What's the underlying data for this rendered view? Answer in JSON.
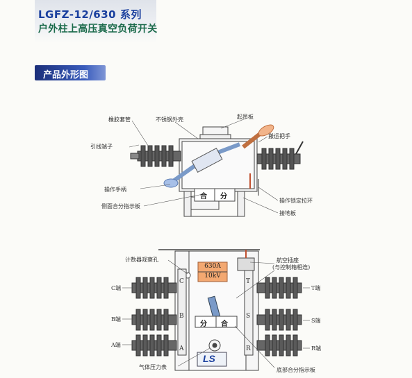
{
  "header": {
    "series_title": "LGFZ-12/630 系列",
    "product_name": "户外柱上高压真空负荷开关"
  },
  "section": {
    "title": "产品外形图"
  },
  "top_view": {
    "labels": {
      "bushing": "橡胶套管",
      "stainless_shell": "不锈钢外壳",
      "lifting_plate": "起吊板",
      "lead_terminal": "引线端子",
      "handle_bar": "搬运把手",
      "operating_handle": "操作手柄",
      "side_indicator": "侧面合分指示板",
      "lock_ring": "操作锁定拉环",
      "ground_plate": "接地板"
    },
    "indicator_text": {
      "close": "合",
      "open": "分"
    }
  },
  "front_view": {
    "labels": {
      "counter": "计数器观察孔",
      "aviation_plug": "航空插座",
      "aviation_plug_note": "(与控制箱相连)",
      "c_terminal": "C端",
      "b_terminal": "B端",
      "a_terminal": "A端",
      "t_terminal": "T端",
      "s_terminal": "S端",
      "r_terminal": "R端",
      "pressure_gauge": "气体压力表",
      "bottom_indicator": "底部合分指示板"
    },
    "nameplate": {
      "current": "630A",
      "voltage": "10kV"
    },
    "indicator_text": {
      "open": "分",
      "close": "合"
    },
    "phase_marks": {
      "left": [
        "C",
        "B",
        "A"
      ],
      "right": [
        "T",
        "S",
        "R"
      ]
    },
    "logo": "LS"
  },
  "colors": {
    "title_blue": "#1a3f9e",
    "title_green": "#1a6a4a",
    "banner": "#2a4aa8",
    "plate_orange": "#f0a060"
  }
}
